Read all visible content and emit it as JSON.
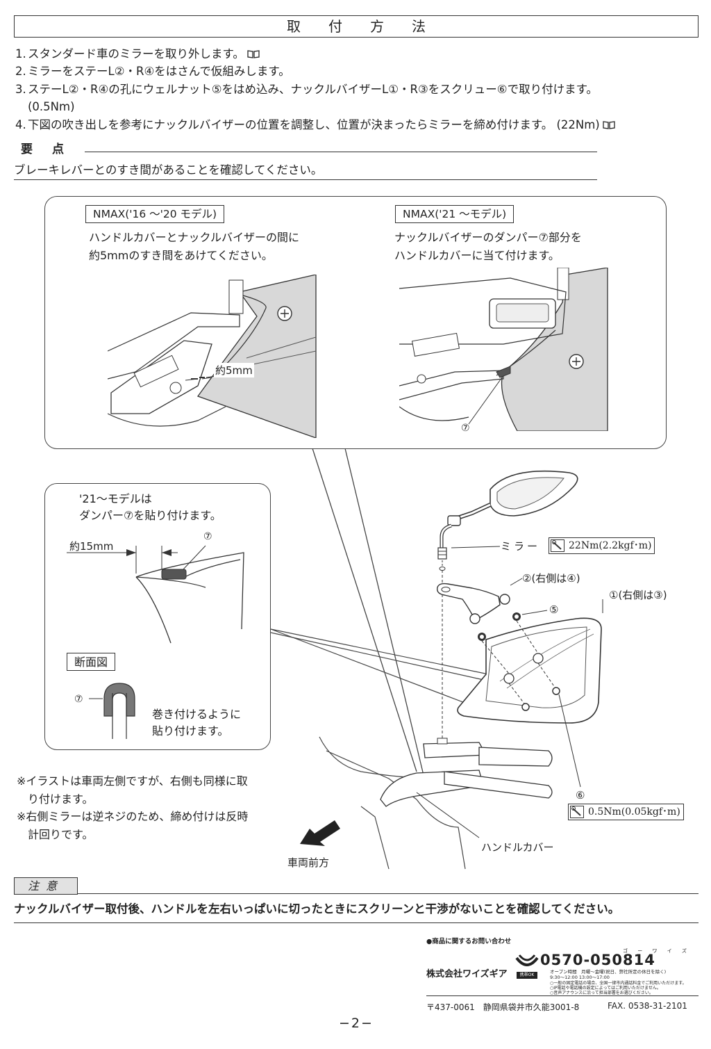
{
  "title": "取付方法",
  "steps": [
    {
      "num": "1.",
      "text": "スタンダード車のミラーを取り外します。"
    },
    {
      "num": "2.",
      "text": "ミラーをステーL②・R④をはさんで仮組みします。"
    },
    {
      "num": "3.",
      "text": "ステーL②・R④の孔にウェルナット⑤をはめ込み、ナックルバイザーL①・R③をスクリュー⑥で取り付けます。"
    },
    {
      "num": "",
      "text": "(0.5Nm)"
    },
    {
      "num": "4.",
      "text": "下図の吹き出しを参考にナックルバイザーの位置を調整し、位置が決まったらミラーを締め付けます。 (22Nm)"
    }
  ],
  "key_point": {
    "label": "要点",
    "text": "ブレーキレバーとのすき間があることを確認してください。"
  },
  "panel_2016": {
    "label": "NMAX('16 ～'20 モデル)",
    "line1": "ハンドルカバーとナックルバイザーの間に",
    "line2": "約5mmのすき間をあけてください。",
    "dim": "約5mm"
  },
  "panel_2021": {
    "label": "NMAX('21 ～モデル)",
    "line1": "ナックルバイザーのダンパー⑦部分を",
    "line2": "ハンドルカバーに当て付けます。",
    "callout": "⑦"
  },
  "damper_panel": {
    "line1": "'21～モデルは",
    "line2": "ダンパー⑦を貼り付けます。",
    "dim": "約15mm",
    "callout": "⑦",
    "section_label": "断面図",
    "section_callout": "⑦",
    "wrap_line1": "巻き付けるように",
    "wrap_line2": "貼り付けます。"
  },
  "parts": {
    "mirror_label": "ミラー",
    "mirror_torque": "22Nm(2.2kgf･m)",
    "stay_label": "②(右側は④)",
    "visor_label": "①(右側は③)",
    "nut_label": "⑤",
    "screw_label": "⑥",
    "screw_torque": "0.5Nm(0.05kgf･m)",
    "handle_cover": "ハンドルカバー",
    "front": "車両前方"
  },
  "notes": [
    "※イラストは車両左側ですが、右側も同様に取",
    "り付けます。",
    "※右側ミラーは逆ネジのため、締め付けは反時",
    "計回りです。"
  ],
  "caution": {
    "label": "注意",
    "text": "ナックルバイザー取付後、ハンドルを左右いっぱいに切ったときにスクリーンと干渉がないことを確認してください。"
  },
  "footer": {
    "inquiry": "●商品に関するお問い合わせ",
    "company": "株式会社ワイズギア",
    "phone_ruby": "ゴ ー ワ イ ズ",
    "phone": "0570-050814",
    "hours": "オープン時間　月曜～金曜(祝日、弊社所定の休日を除く)",
    "hours2": "9:30～12:00 13:00～17:00",
    "notes": [
      "○一般の固定電話の場合、全国一律市内通話料金でご利用いただけます。",
      "○IP電話や電話機の設定によってはご利用いただけません。",
      "○音声アナウンスに沿って担当部署をお選びください。"
    ],
    "badge": "携帯OK",
    "address": "〒437-0061　静岡県袋井市久能3001-8",
    "fax": "FAX. 0538-31-2101"
  },
  "page_number": "−2−"
}
